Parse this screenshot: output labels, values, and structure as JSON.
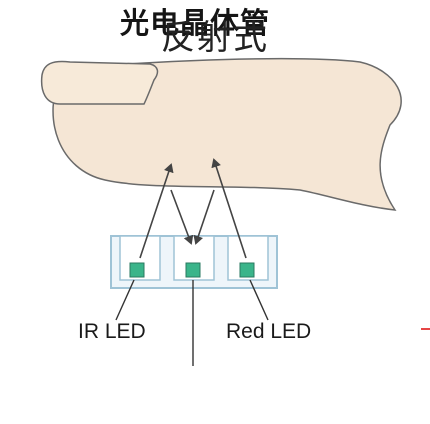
{
  "title": "反射式",
  "labels": {
    "ir_led": "IR LED",
    "red_led": "Red LED",
    "photodetector": "光电晶体管"
  },
  "colors": {
    "finger": "#f5e6d5",
    "finger_outline": "#6a6a6a",
    "sensor_frame": "#9fc3d6",
    "sensor_fill": "#eef5fa",
    "led_chip": "#3ab48a",
    "arrow": "#444444",
    "mark": "#e64545"
  }
}
